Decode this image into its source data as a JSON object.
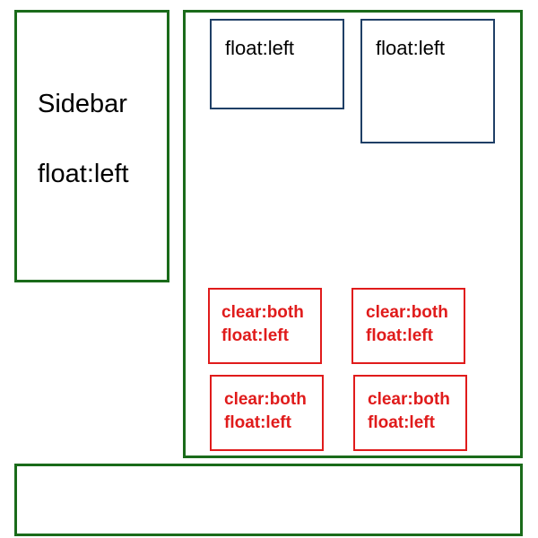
{
  "sidebar": {
    "title": "Sidebar",
    "subtitle": "float:left"
  },
  "main": {
    "float_boxes": [
      {
        "label": "float:left"
      },
      {
        "label": "float:left"
      }
    ],
    "clear_boxes": [
      {
        "line1": "clear:both",
        "line2": "float:left"
      },
      {
        "line1": "clear:both",
        "line2": "float:left"
      },
      {
        "line1": "clear:both",
        "line2": "float:left"
      },
      {
        "line1": "clear:both",
        "line2": "float:left"
      }
    ]
  },
  "footer": {},
  "colors": {
    "container_border": "#1a6b1a",
    "float_border": "#1f3f66",
    "clear_border": "#e01b1b",
    "clear_text": "#e01b1b"
  }
}
